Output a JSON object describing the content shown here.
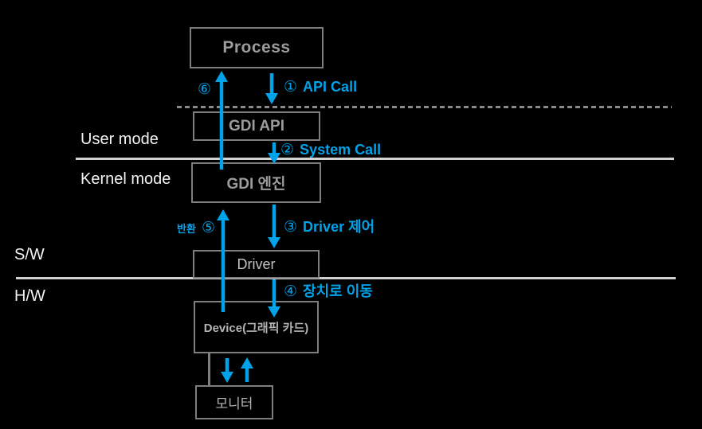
{
  "boxes": {
    "process": {
      "label": "Process"
    },
    "gdi_api": {
      "label": "GDI API"
    },
    "gdi_engine": {
      "label": "GDI 엔진"
    },
    "driver": {
      "label": "Driver"
    },
    "device": {
      "label": "Device(그래픽 카드)"
    },
    "monitor": {
      "label": "모니터"
    }
  },
  "mode_labels": {
    "user": "User mode",
    "kernel": "Kernel mode",
    "software": "S/W",
    "hardware": "H/W"
  },
  "flow_labels": {
    "step1": {
      "num": "①",
      "text": "API Call"
    },
    "step2": {
      "num": "②",
      "text": "System Call"
    },
    "step3": {
      "num": "③",
      "text": "Driver 제어"
    },
    "step4": {
      "num": "④",
      "text": "장치로 이동"
    },
    "step5": {
      "num": "⑤",
      "text": "반환"
    },
    "step6": {
      "num": "⑥",
      "text": ""
    }
  },
  "colors": {
    "accent_blue": "#00a2e8",
    "box_border": "#7e7e7e",
    "box_text": "#9c9c9c",
    "mode_text": "#f2f2f2",
    "divider": "#d2d2d2",
    "dashed": "#8a8a8a",
    "background": "#000000"
  }
}
